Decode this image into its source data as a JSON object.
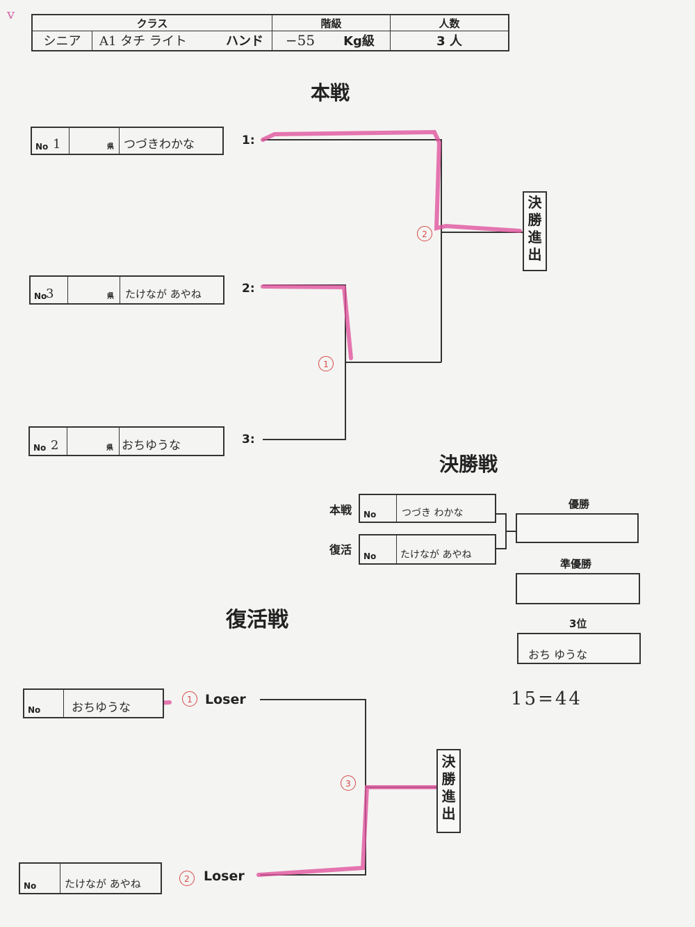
{
  "corner_mark": "v",
  "header": {
    "class_label": "クラス",
    "grade_label": "階級",
    "count_label": "人数",
    "class_value1": "シニア",
    "class_value2": "A1 タチ ライト",
    "class_value3": "ハンド",
    "grade_value": "−55",
    "grade_unit": "Kg級",
    "count_value": "3 人"
  },
  "main": {
    "title": "本戦",
    "entries": [
      {
        "no_label": "No",
        "no": "1",
        "ken": "県",
        "name": "つづきわかな",
        "slot": "1:"
      },
      {
        "no_label": "No",
        "no": "3",
        "ken": "県",
        "name": "たけなが あやね",
        "slot": "2:"
      },
      {
        "no_label": "No",
        "no": "2",
        "ken": "県",
        "name": "おちゆうな",
        "slot": "3:"
      }
    ],
    "match1": "1",
    "match2": "2",
    "advance": "決勝進出"
  },
  "final": {
    "title": "決勝戦",
    "main_label": "本戦",
    "rep_label": "復活",
    "no_label": "No",
    "main_name": "つづき わかな",
    "rep_name": "たけなが あやね",
    "winner_label": "優勝",
    "runner_label": "準優勝",
    "third_label": "3位",
    "third_name": "おち ゆうな",
    "note": "15=44"
  },
  "repechage": {
    "title": "復活戦",
    "no_label": "No",
    "loser1_circle": "1",
    "loser2_circle": "2",
    "loser_label": "Loser",
    "name1": "おちゆうな",
    "name2": "たけなが あやね",
    "match3": "3",
    "advance": "決勝進出"
  },
  "colors": {
    "highlighter": "#e0559e",
    "circle": "#d44a4a",
    "ink": "#333333"
  }
}
